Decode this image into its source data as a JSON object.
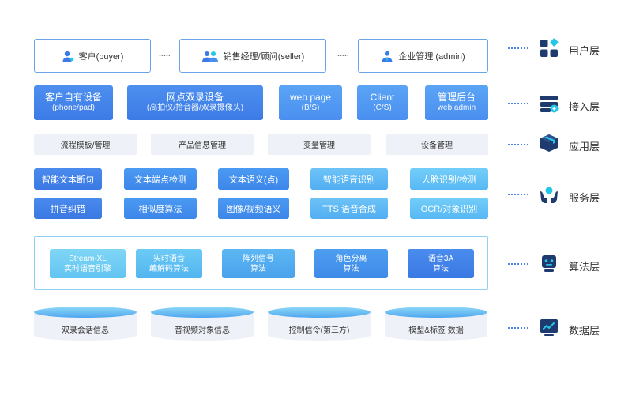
{
  "user_layer": {
    "items": [
      "客户(buyer)",
      "销售经理/顾问(seller)",
      "企业管理 (admin)"
    ]
  },
  "access_layer": {
    "items": [
      {
        "line1": "客户自有设备",
        "line2": "(phone/pad)"
      },
      {
        "line1": "网点双录设备",
        "line2": "(高拍仪/拾音器/双录摄像头)"
      },
      {
        "line1": "web page",
        "line2": "(B/S)"
      },
      {
        "line1": "Client",
        "line2": "(C/S)"
      },
      {
        "line1": "管理后台",
        "line2": "web admin"
      }
    ]
  },
  "app_layer": {
    "items": [
      "流程模板/管理",
      "产品信息管理",
      "变量管理",
      "设备管理"
    ]
  },
  "service_layer": {
    "row1": [
      "智能文本断句",
      "文本端点检测",
      "文本语义(点)",
      "智能语音识别",
      "人脸识别/检测"
    ],
    "row2": [
      "拼音纠错",
      "相似度算法",
      "图像/视频语义",
      "TTS 语音合成",
      "OCR/对象识别"
    ]
  },
  "algorithm_layer": {
    "items": [
      {
        "line1": "Stream-XL",
        "line2": "实时语音引擎"
      },
      {
        "line1": "实时语音",
        "line2": "编解码算法"
      },
      {
        "line1": "阵列信号",
        "line2": "算法"
      },
      {
        "line1": "角色分离",
        "line2": "算法"
      },
      {
        "line1": "语音3A",
        "line2": "算法"
      }
    ]
  },
  "data_layer": {
    "items": [
      "双录会话信息",
      "音视频对象信息",
      "控制信令(第三方)",
      "模型&标签 数据"
    ]
  },
  "layers": [
    {
      "label": "用户层",
      "icon": "grid-apps-icon"
    },
    {
      "label": "接入层",
      "icon": "server-stack-icon"
    },
    {
      "label": "应用层",
      "icon": "cube-box-icon"
    },
    {
      "label": "服务层",
      "icon": "hands-service-icon"
    },
    {
      "label": "算法层",
      "icon": "robot-chip-icon"
    },
    {
      "label": "数据层",
      "icon": "chart-monitor-icon"
    }
  ],
  "colors": {
    "primary": "#3c7be6",
    "light": "#5aaef2",
    "panel": "#eef1f7",
    "icon_dark": "#1f3a6e",
    "icon_accent": "#26c6e8"
  }
}
